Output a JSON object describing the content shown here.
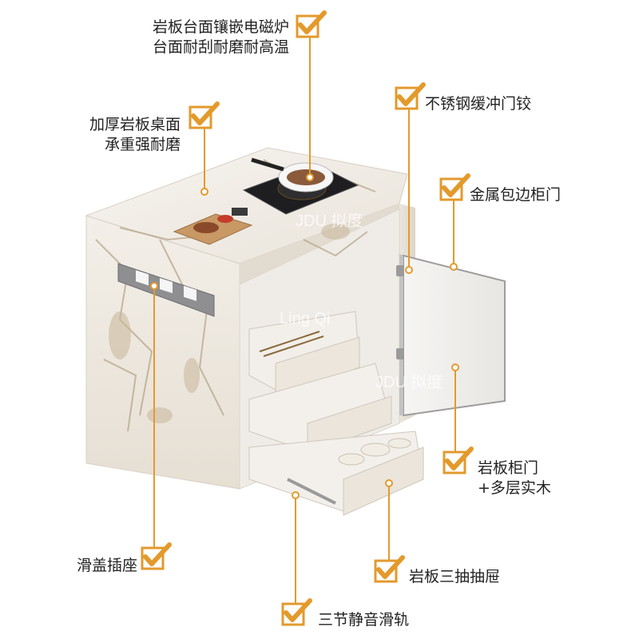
{
  "colors": {
    "accent": "#e39a2c",
    "line": "#e39a2c",
    "marble": "#f4f1ec",
    "vein": "#b7a58a"
  },
  "callouts": [
    {
      "id": "cooktop",
      "lines": [
        "岩板台面镶嵌电磁炉",
        "台面耐刮耐磨耐高温"
      ],
      "icon": "checkmark-icon"
    },
    {
      "id": "thick-top",
      "lines": [
        "加厚岩板桌面",
        "承重强耐磨"
      ],
      "icon": "checkmark-icon"
    },
    {
      "id": "hinge",
      "lines": [
        "不锈钢缓冲门铰"
      ],
      "icon": "checkmark-icon"
    },
    {
      "id": "metal-door",
      "lines": [
        "金属包边柜门"
      ],
      "icon": "checkmark-icon"
    },
    {
      "id": "slate-door",
      "lines": [
        "岩板柜门",
        "+多层实木"
      ],
      "icon": "checkmark-icon"
    },
    {
      "id": "socket",
      "lines": [
        "滑盖插座"
      ],
      "icon": "checkmark-icon"
    },
    {
      "id": "drawers",
      "lines": [
        "岩板三抽抽屉"
      ],
      "icon": "checkmark-icon"
    },
    {
      "id": "rails",
      "lines": [
        "三节静音滑轨"
      ],
      "icon": "checkmark-icon"
    }
  ],
  "watermarks": [
    "Ling Qi",
    "JDU 拟度",
    "JDU 拟度"
  ]
}
